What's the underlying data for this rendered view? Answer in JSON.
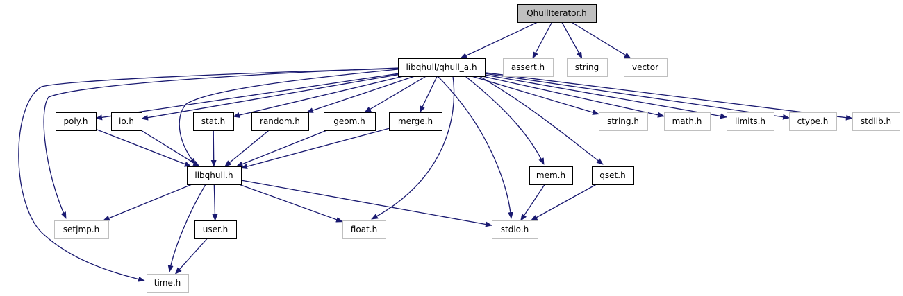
{
  "diagram": {
    "colors": {
      "edge": "#191970",
      "root_fill": "#bfbfbf",
      "root_border": "#000000",
      "internal_border": "#000000",
      "external_border": "#bfbfbf",
      "node_fill": "#ffffff"
    },
    "nodes": [
      {
        "id": "qhulliterator",
        "label": "QhullIterator.h",
        "kind": "root"
      },
      {
        "id": "qhull_a",
        "label": "libqhull/qhull_a.h",
        "kind": "internal"
      },
      {
        "id": "assert",
        "label": "assert.h",
        "kind": "external"
      },
      {
        "id": "string",
        "label": "string",
        "kind": "external"
      },
      {
        "id": "vector",
        "label": "vector",
        "kind": "external"
      },
      {
        "id": "poly",
        "label": "poly.h",
        "kind": "internal"
      },
      {
        "id": "io",
        "label": "io.h",
        "kind": "internal"
      },
      {
        "id": "stat",
        "label": "stat.h",
        "kind": "internal"
      },
      {
        "id": "random",
        "label": "random.h",
        "kind": "internal"
      },
      {
        "id": "geom",
        "label": "geom.h",
        "kind": "internal"
      },
      {
        "id": "merge",
        "label": "merge.h",
        "kind": "internal"
      },
      {
        "id": "string_h",
        "label": "string.h",
        "kind": "external"
      },
      {
        "id": "math",
        "label": "math.h",
        "kind": "external"
      },
      {
        "id": "limits",
        "label": "limits.h",
        "kind": "external"
      },
      {
        "id": "ctype",
        "label": "ctype.h",
        "kind": "external"
      },
      {
        "id": "stdlib",
        "label": "stdlib.h",
        "kind": "external"
      },
      {
        "id": "libqhull",
        "label": "libqhull.h",
        "kind": "internal"
      },
      {
        "id": "mem",
        "label": "mem.h",
        "kind": "internal"
      },
      {
        "id": "qset",
        "label": "qset.h",
        "kind": "internal"
      },
      {
        "id": "setjmp",
        "label": "setjmp.h",
        "kind": "external"
      },
      {
        "id": "user",
        "label": "user.h",
        "kind": "internal"
      },
      {
        "id": "float",
        "label": "float.h",
        "kind": "external"
      },
      {
        "id": "stdio",
        "label": "stdio.h",
        "kind": "external"
      },
      {
        "id": "time",
        "label": "time.h",
        "kind": "external"
      }
    ],
    "edges": [
      [
        "qhulliterator",
        "qhull_a"
      ],
      [
        "qhulliterator",
        "assert"
      ],
      [
        "qhulliterator",
        "string"
      ],
      [
        "qhulliterator",
        "vector"
      ],
      [
        "qhull_a",
        "poly"
      ],
      [
        "qhull_a",
        "io"
      ],
      [
        "qhull_a",
        "stat"
      ],
      [
        "qhull_a",
        "random"
      ],
      [
        "qhull_a",
        "geom"
      ],
      [
        "qhull_a",
        "merge"
      ],
      [
        "qhull_a",
        "string_h"
      ],
      [
        "qhull_a",
        "math"
      ],
      [
        "qhull_a",
        "limits"
      ],
      [
        "qhull_a",
        "ctype"
      ],
      [
        "qhull_a",
        "stdlib"
      ],
      [
        "qhull_a",
        "libqhull"
      ],
      [
        "qhull_a",
        "mem"
      ],
      [
        "qhull_a",
        "qset"
      ],
      [
        "qhull_a",
        "setjmp"
      ],
      [
        "qhull_a",
        "float"
      ],
      [
        "qhull_a",
        "stdio"
      ],
      [
        "qhull_a",
        "time"
      ],
      [
        "poly",
        "libqhull"
      ],
      [
        "io",
        "libqhull"
      ],
      [
        "stat",
        "libqhull"
      ],
      [
        "random",
        "libqhull"
      ],
      [
        "geom",
        "libqhull"
      ],
      [
        "merge",
        "libqhull"
      ],
      [
        "libqhull",
        "setjmp"
      ],
      [
        "libqhull",
        "user"
      ],
      [
        "libqhull",
        "float"
      ],
      [
        "libqhull",
        "stdio"
      ],
      [
        "libqhull",
        "time"
      ],
      [
        "mem",
        "stdio"
      ],
      [
        "qset",
        "stdio"
      ],
      [
        "user",
        "time"
      ]
    ]
  }
}
